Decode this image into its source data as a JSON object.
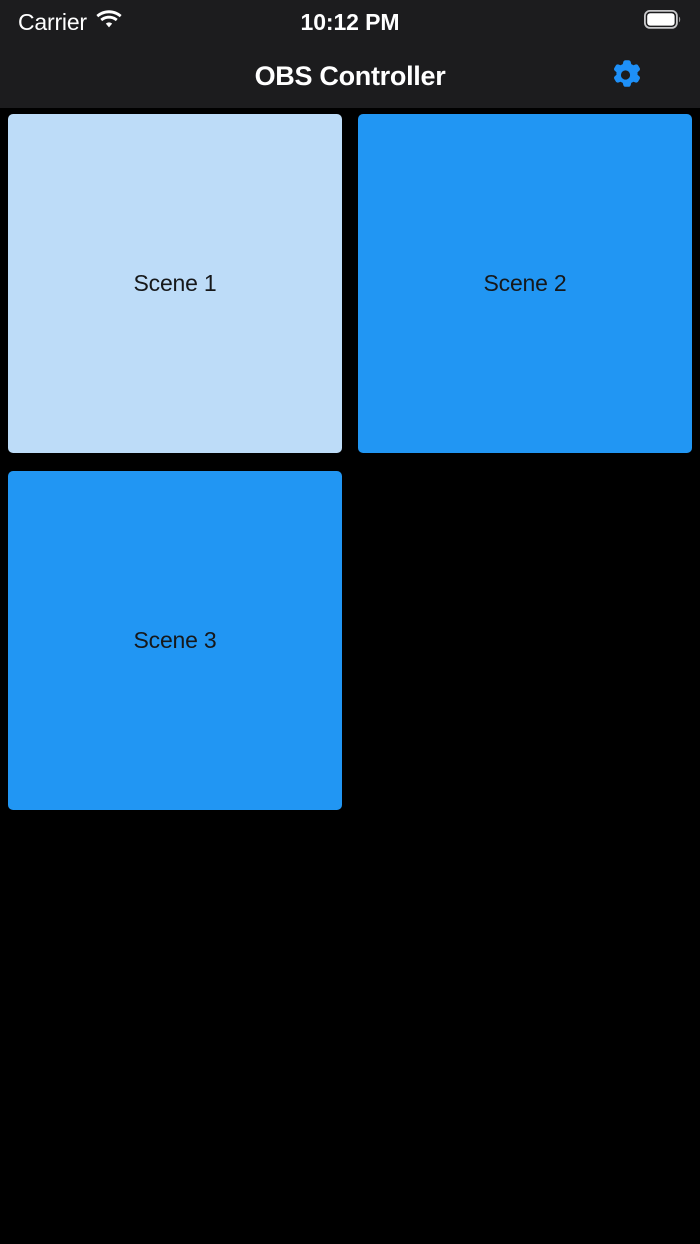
{
  "status_bar": {
    "carrier": "Carrier",
    "wifi_icon": "wifi-icon",
    "time": "10:12 PM",
    "battery_icon": "battery-full-icon",
    "battery_level": 100,
    "background_color": "#1C1C1E",
    "text_color": "#FFFFFF"
  },
  "nav_bar": {
    "title": "OBS Controller",
    "settings_icon": "gear-icon",
    "settings_icon_color": "#1E90F8",
    "background_color": "#1C1C1E",
    "title_color": "#FFFFFF"
  },
  "screen": {
    "background_color": "#000000"
  },
  "scenes": {
    "active_color": "#BDDCF8",
    "inactive_color": "#2196F3",
    "label_color": "#16181A",
    "items": [
      {
        "label": "Scene 1",
        "state": "active",
        "color": "#BDDCF8"
      },
      {
        "label": "Scene 2",
        "state": "inactive",
        "color": "#2196F3"
      },
      {
        "label": "Scene 3",
        "state": "inactive",
        "color": "#2196F3"
      }
    ]
  }
}
